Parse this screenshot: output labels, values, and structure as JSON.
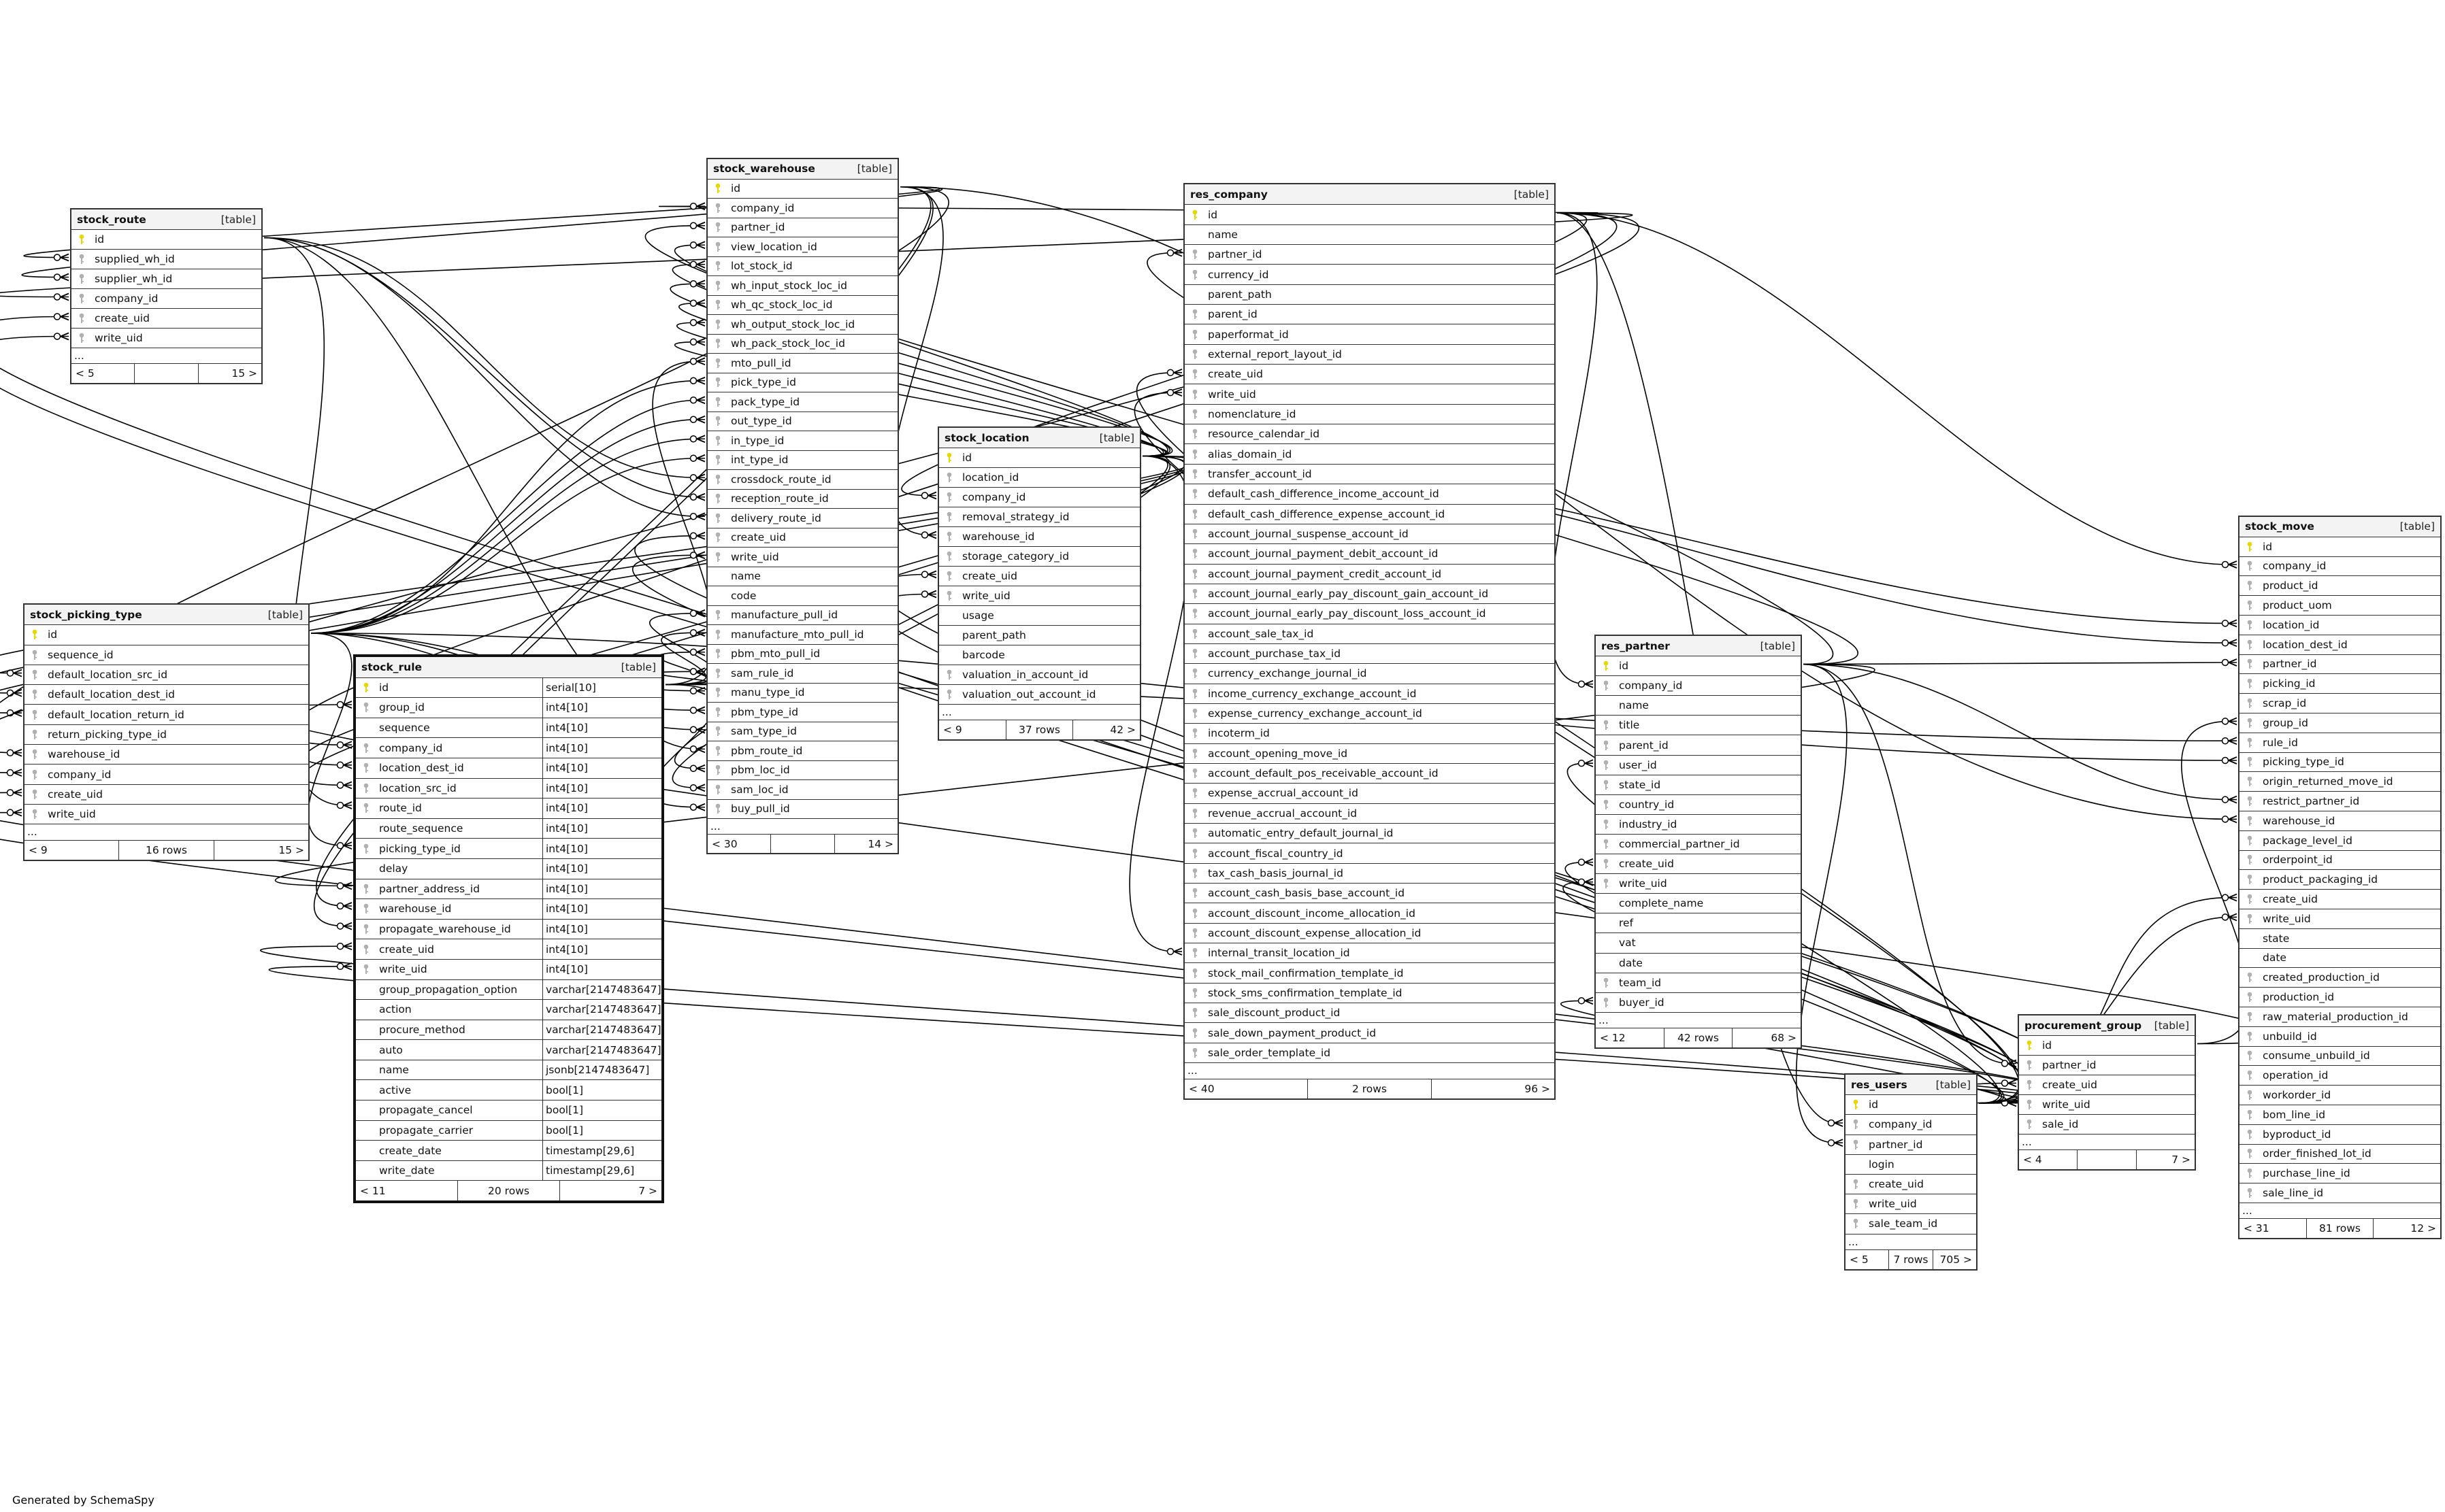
{
  "footer_text": "Generated by SchemaSpy",
  "key_colors": {
    "pk": "#e6d800",
    "fk": "#b0b0b0"
  },
  "tables": [
    {
      "name": "stock_route",
      "label": "[table]",
      "ellipsis": "...",
      "columns": [
        {
          "n": "id",
          "k": "pk"
        },
        {
          "n": "supplied_wh_id",
          "k": "fk"
        },
        {
          "n": "supplier_wh_id",
          "k": "fk"
        },
        {
          "n": "company_id",
          "k": "fk"
        },
        {
          "n": "create_uid",
          "k": "fk"
        },
        {
          "n": "write_uid",
          "k": "fk"
        }
      ],
      "footer": {
        "left": "< 5",
        "rows": "",
        "right": "15 >"
      }
    },
    {
      "name": "stock_picking_type",
      "label": "[table]",
      "ellipsis": "...",
      "columns": [
        {
          "n": "id",
          "k": "pk"
        },
        {
          "n": "sequence_id",
          "k": "fk"
        },
        {
          "n": "default_location_src_id",
          "k": "fk"
        },
        {
          "n": "default_location_dest_id",
          "k": "fk"
        },
        {
          "n": "default_location_return_id",
          "k": "fk"
        },
        {
          "n": "return_picking_type_id",
          "k": "fk"
        },
        {
          "n": "warehouse_id",
          "k": "fk"
        },
        {
          "n": "company_id",
          "k": "fk"
        },
        {
          "n": "create_uid",
          "k": "fk"
        },
        {
          "n": "write_uid",
          "k": "fk"
        }
      ],
      "footer": {
        "left": "< 9",
        "rows": "16 rows",
        "right": "15 >"
      }
    },
    {
      "name": "stock_rule",
      "label": "[table]",
      "ellipsis": null,
      "columns": [
        {
          "n": "id",
          "k": "pk",
          "t": "serial[10]"
        },
        {
          "n": "group_id",
          "k": "fk",
          "t": "int4[10]"
        },
        {
          "n": "sequence",
          "k": "",
          "t": "int4[10]"
        },
        {
          "n": "company_id",
          "k": "fk",
          "t": "int4[10]"
        },
        {
          "n": "location_dest_id",
          "k": "fk",
          "t": "int4[10]"
        },
        {
          "n": "location_src_id",
          "k": "fk",
          "t": "int4[10]"
        },
        {
          "n": "route_id",
          "k": "fk",
          "t": "int4[10]"
        },
        {
          "n": "route_sequence",
          "k": "",
          "t": "int4[10]"
        },
        {
          "n": "picking_type_id",
          "k": "fk",
          "t": "int4[10]"
        },
        {
          "n": "delay",
          "k": "",
          "t": "int4[10]"
        },
        {
          "n": "partner_address_id",
          "k": "fk",
          "t": "int4[10]"
        },
        {
          "n": "warehouse_id",
          "k": "fk",
          "t": "int4[10]"
        },
        {
          "n": "propagate_warehouse_id",
          "k": "fk",
          "t": "int4[10]"
        },
        {
          "n": "create_uid",
          "k": "fk",
          "t": "int4[10]"
        },
        {
          "n": "write_uid",
          "k": "fk",
          "t": "int4[10]"
        },
        {
          "n": "group_propagation_option",
          "k": "",
          "t": "varchar[2147483647]"
        },
        {
          "n": "action",
          "k": "",
          "t": "varchar[2147483647]"
        },
        {
          "n": "procure_method",
          "k": "",
          "t": "varchar[2147483647]"
        },
        {
          "n": "auto",
          "k": "",
          "t": "varchar[2147483647]"
        },
        {
          "n": "name",
          "k": "",
          "t": "jsonb[2147483647]"
        },
        {
          "n": "active",
          "k": "",
          "t": "bool[1]"
        },
        {
          "n": "propagate_cancel",
          "k": "",
          "t": "bool[1]"
        },
        {
          "n": "propagate_carrier",
          "k": "",
          "t": "bool[1]"
        },
        {
          "n": "create_date",
          "k": "",
          "t": "timestamp[29,6]"
        },
        {
          "n": "write_date",
          "k": "",
          "t": "timestamp[29,6]"
        }
      ],
      "footer": {
        "left": "< 11",
        "rows": "20 rows",
        "right": "7 >"
      }
    },
    {
      "name": "stock_warehouse",
      "label": "[table]",
      "ellipsis": "...",
      "columns": [
        {
          "n": "id",
          "k": "pk"
        },
        {
          "n": "company_id",
          "k": "fk"
        },
        {
          "n": "partner_id",
          "k": "fk"
        },
        {
          "n": "view_location_id",
          "k": "fk"
        },
        {
          "n": "lot_stock_id",
          "k": "fk"
        },
        {
          "n": "wh_input_stock_loc_id",
          "k": "fk"
        },
        {
          "n": "wh_qc_stock_loc_id",
          "k": "fk"
        },
        {
          "n": "wh_output_stock_loc_id",
          "k": "fk"
        },
        {
          "n": "wh_pack_stock_loc_id",
          "k": "fk"
        },
        {
          "n": "mto_pull_id",
          "k": "fk"
        },
        {
          "n": "pick_type_id",
          "k": "fk"
        },
        {
          "n": "pack_type_id",
          "k": "fk"
        },
        {
          "n": "out_type_id",
          "k": "fk"
        },
        {
          "n": "in_type_id",
          "k": "fk"
        },
        {
          "n": "int_type_id",
          "k": "fk"
        },
        {
          "n": "crossdock_route_id",
          "k": "fk"
        },
        {
          "n": "reception_route_id",
          "k": "fk"
        },
        {
          "n": "delivery_route_id",
          "k": "fk"
        },
        {
          "n": "create_uid",
          "k": "fk"
        },
        {
          "n": "write_uid",
          "k": "fk"
        },
        {
          "n": "name",
          "k": ""
        },
        {
          "n": "code",
          "k": ""
        },
        {
          "n": "manufacture_pull_id",
          "k": "fk"
        },
        {
          "n": "manufacture_mto_pull_id",
          "k": "fk"
        },
        {
          "n": "pbm_mto_pull_id",
          "k": "fk"
        },
        {
          "n": "sam_rule_id",
          "k": "fk"
        },
        {
          "n": "manu_type_id",
          "k": "fk"
        },
        {
          "n": "pbm_type_id",
          "k": "fk"
        },
        {
          "n": "sam_type_id",
          "k": "fk"
        },
        {
          "n": "pbm_route_id",
          "k": "fk"
        },
        {
          "n": "pbm_loc_id",
          "k": "fk"
        },
        {
          "n": "sam_loc_id",
          "k": "fk"
        },
        {
          "n": "buy_pull_id",
          "k": "fk"
        }
      ],
      "footer": {
        "left": "< 30",
        "rows": "",
        "right": "14 >"
      }
    },
    {
      "name": "stock_location",
      "label": "[table]",
      "ellipsis": "...",
      "columns": [
        {
          "n": "id",
          "k": "pk"
        },
        {
          "n": "location_id",
          "k": "fk"
        },
        {
          "n": "company_id",
          "k": "fk"
        },
        {
          "n": "removal_strategy_id",
          "k": "fk"
        },
        {
          "n": "warehouse_id",
          "k": "fk"
        },
        {
          "n": "storage_category_id",
          "k": "fk"
        },
        {
          "n": "create_uid",
          "k": "fk"
        },
        {
          "n": "write_uid",
          "k": "fk"
        },
        {
          "n": "usage",
          "k": ""
        },
        {
          "n": "parent_path",
          "k": ""
        },
        {
          "n": "barcode",
          "k": ""
        },
        {
          "n": "valuation_in_account_id",
          "k": "fk"
        },
        {
          "n": "valuation_out_account_id",
          "k": "fk"
        }
      ],
      "footer": {
        "left": "< 9",
        "rows": "37 rows",
        "right": "42 >"
      }
    },
    {
      "name": "res_company",
      "label": "[table]",
      "ellipsis": "...",
      "columns": [
        {
          "n": "id",
          "k": "pk"
        },
        {
          "n": "name",
          "k": ""
        },
        {
          "n": "partner_id",
          "k": "fk"
        },
        {
          "n": "currency_id",
          "k": "fk"
        },
        {
          "n": "parent_path",
          "k": ""
        },
        {
          "n": "parent_id",
          "k": "fk"
        },
        {
          "n": "paperformat_id",
          "k": "fk"
        },
        {
          "n": "external_report_layout_id",
          "k": "fk"
        },
        {
          "n": "create_uid",
          "k": "fk"
        },
        {
          "n": "write_uid",
          "k": "fk"
        },
        {
          "n": "nomenclature_id",
          "k": "fk"
        },
        {
          "n": "resource_calendar_id",
          "k": "fk"
        },
        {
          "n": "alias_domain_id",
          "k": "fk"
        },
        {
          "n": "transfer_account_id",
          "k": "fk"
        },
        {
          "n": "default_cash_difference_income_account_id",
          "k": "fk"
        },
        {
          "n": "default_cash_difference_expense_account_id",
          "k": "fk"
        },
        {
          "n": "account_journal_suspense_account_id",
          "k": "fk"
        },
        {
          "n": "account_journal_payment_debit_account_id",
          "k": "fk"
        },
        {
          "n": "account_journal_payment_credit_account_id",
          "k": "fk"
        },
        {
          "n": "account_journal_early_pay_discount_gain_account_id",
          "k": "fk"
        },
        {
          "n": "account_journal_early_pay_discount_loss_account_id",
          "k": "fk"
        },
        {
          "n": "account_sale_tax_id",
          "k": "fk"
        },
        {
          "n": "account_purchase_tax_id",
          "k": "fk"
        },
        {
          "n": "currency_exchange_journal_id",
          "k": "fk"
        },
        {
          "n": "income_currency_exchange_account_id",
          "k": "fk"
        },
        {
          "n": "expense_currency_exchange_account_id",
          "k": "fk"
        },
        {
          "n": "incoterm_id",
          "k": "fk"
        },
        {
          "n": "account_opening_move_id",
          "k": "fk"
        },
        {
          "n": "account_default_pos_receivable_account_id",
          "k": "fk"
        },
        {
          "n": "expense_accrual_account_id",
          "k": "fk"
        },
        {
          "n": "revenue_accrual_account_id",
          "k": "fk"
        },
        {
          "n": "automatic_entry_default_journal_id",
          "k": "fk"
        },
        {
          "n": "account_fiscal_country_id",
          "k": "fk"
        },
        {
          "n": "tax_cash_basis_journal_id",
          "k": "fk"
        },
        {
          "n": "account_cash_basis_base_account_id",
          "k": "fk"
        },
        {
          "n": "account_discount_income_allocation_id",
          "k": "fk"
        },
        {
          "n": "account_discount_expense_allocation_id",
          "k": "fk"
        },
        {
          "n": "internal_transit_location_id",
          "k": "fk"
        },
        {
          "n": "stock_mail_confirmation_template_id",
          "k": "fk"
        },
        {
          "n": "stock_sms_confirmation_template_id",
          "k": "fk"
        },
        {
          "n": "sale_discount_product_id",
          "k": "fk"
        },
        {
          "n": "sale_down_payment_product_id",
          "k": "fk"
        },
        {
          "n": "sale_order_template_id",
          "k": "fk"
        }
      ],
      "footer": {
        "left": "< 40",
        "rows": "2 rows",
        "right": "96 >"
      }
    },
    {
      "name": "res_partner",
      "label": "[table]",
      "ellipsis": "...",
      "columns": [
        {
          "n": "id",
          "k": "pk"
        },
        {
          "n": "company_id",
          "k": "fk"
        },
        {
          "n": "name",
          "k": ""
        },
        {
          "n": "title",
          "k": "fk"
        },
        {
          "n": "parent_id",
          "k": "fk"
        },
        {
          "n": "user_id",
          "k": "fk"
        },
        {
          "n": "state_id",
          "k": "fk"
        },
        {
          "n": "country_id",
          "k": "fk"
        },
        {
          "n": "industry_id",
          "k": "fk"
        },
        {
          "n": "commercial_partner_id",
          "k": "fk"
        },
        {
          "n": "create_uid",
          "k": "fk"
        },
        {
          "n": "write_uid",
          "k": "fk"
        },
        {
          "n": "complete_name",
          "k": ""
        },
        {
          "n": "ref",
          "k": ""
        },
        {
          "n": "vat",
          "k": ""
        },
        {
          "n": "date",
          "k": ""
        },
        {
          "n": "team_id",
          "k": "fk"
        },
        {
          "n": "buyer_id",
          "k": "fk"
        }
      ],
      "footer": {
        "left": "< 12",
        "rows": "42 rows",
        "right": "68 >"
      }
    },
    {
      "name": "res_users",
      "label": "[table]",
      "ellipsis": "...",
      "columns": [
        {
          "n": "id",
          "k": "pk"
        },
        {
          "n": "company_id",
          "k": "fk"
        },
        {
          "n": "partner_id",
          "k": "fk"
        },
        {
          "n": "login",
          "k": ""
        },
        {
          "n": "create_uid",
          "k": "fk"
        },
        {
          "n": "write_uid",
          "k": "fk"
        },
        {
          "n": "sale_team_id",
          "k": "fk"
        }
      ],
      "footer": {
        "left": "< 5",
        "rows": "7 rows",
        "right": "705 >"
      }
    },
    {
      "name": "procurement_group",
      "label": "[table]",
      "ellipsis": "...",
      "columns": [
        {
          "n": "id",
          "k": "pk"
        },
        {
          "n": "partner_id",
          "k": "fk"
        },
        {
          "n": "create_uid",
          "k": "fk"
        },
        {
          "n": "write_uid",
          "k": "fk"
        },
        {
          "n": "sale_id",
          "k": "fk"
        }
      ],
      "footer": {
        "left": "< 4",
        "rows": "",
        "right": "7 >"
      }
    },
    {
      "name": "stock_move",
      "label": "[table]",
      "ellipsis": "...",
      "columns": [
        {
          "n": "id",
          "k": "pk"
        },
        {
          "n": "company_id",
          "k": "fk"
        },
        {
          "n": "product_id",
          "k": "fk"
        },
        {
          "n": "product_uom",
          "k": "fk"
        },
        {
          "n": "location_id",
          "k": "fk"
        },
        {
          "n": "location_dest_id",
          "k": "fk"
        },
        {
          "n": "partner_id",
          "k": "fk"
        },
        {
          "n": "picking_id",
          "k": "fk"
        },
        {
          "n": "scrap_id",
          "k": "fk"
        },
        {
          "n": "group_id",
          "k": "fk"
        },
        {
          "n": "rule_id",
          "k": "fk"
        },
        {
          "n": "picking_type_id",
          "k": "fk"
        },
        {
          "n": "origin_returned_move_id",
          "k": "fk"
        },
        {
          "n": "restrict_partner_id",
          "k": "fk"
        },
        {
          "n": "warehouse_id",
          "k": "fk"
        },
        {
          "n": "package_level_id",
          "k": "fk"
        },
        {
          "n": "orderpoint_id",
          "k": "fk"
        },
        {
          "n": "product_packaging_id",
          "k": "fk"
        },
        {
          "n": "create_uid",
          "k": "fk"
        },
        {
          "n": "write_uid",
          "k": "fk"
        },
        {
          "n": "state",
          "k": ""
        },
        {
          "n": "date",
          "k": ""
        },
        {
          "n": "created_production_id",
          "k": "fk"
        },
        {
          "n": "production_id",
          "k": "fk"
        },
        {
          "n": "raw_material_production_id",
          "k": "fk"
        },
        {
          "n": "unbuild_id",
          "k": "fk"
        },
        {
          "n": "consume_unbuild_id",
          "k": "fk"
        },
        {
          "n": "operation_id",
          "k": "fk"
        },
        {
          "n": "workorder_id",
          "k": "fk"
        },
        {
          "n": "bom_line_id",
          "k": "fk"
        },
        {
          "n": "byproduct_id",
          "k": "fk"
        },
        {
          "n": "order_finished_lot_id",
          "k": "fk"
        },
        {
          "n": "purchase_line_id",
          "k": "fk"
        },
        {
          "n": "sale_line_id",
          "k": "fk"
        }
      ],
      "footer": {
        "left": "< 31",
        "rows": "81 rows",
        "right": "12 >"
      }
    }
  ]
}
